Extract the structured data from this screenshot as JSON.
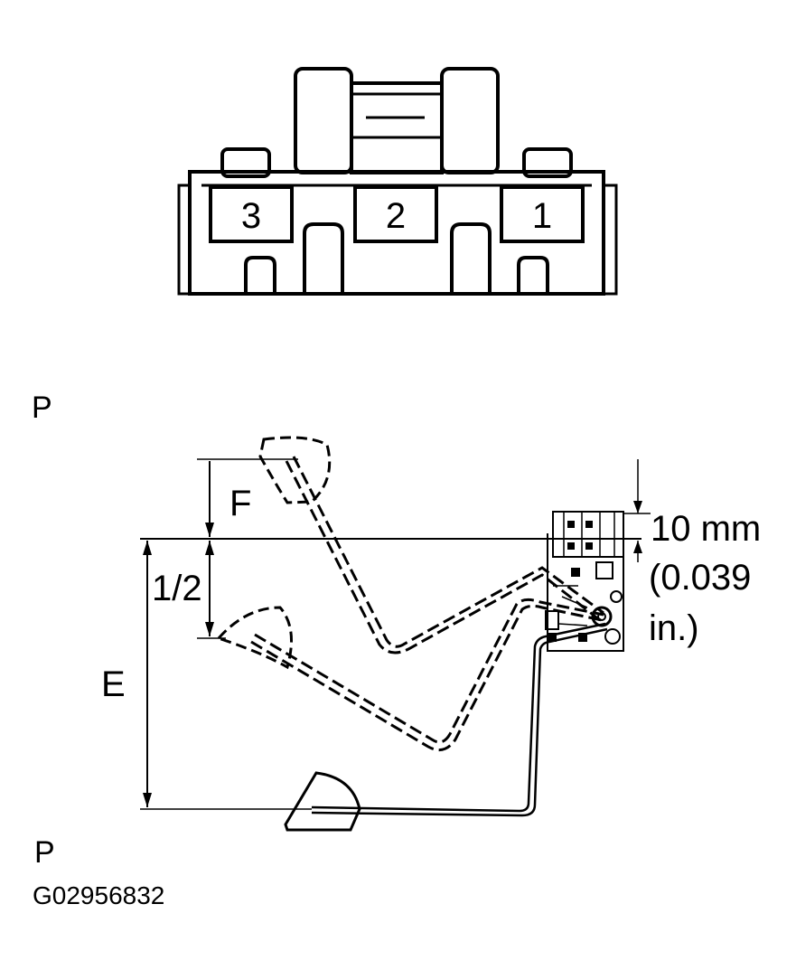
{
  "connector": {
    "pins": [
      "3",
      "2",
      "1"
    ]
  },
  "float_arm": {
    "label_top_p": "P",
    "label_bottom_p": "P",
    "label_f": "F",
    "label_half": "1/2",
    "label_e": "E",
    "offset_mm": "10 mm",
    "offset_in_line1": "(0.039",
    "offset_in_line2": "in.)"
  },
  "figure_id": "G02956832"
}
